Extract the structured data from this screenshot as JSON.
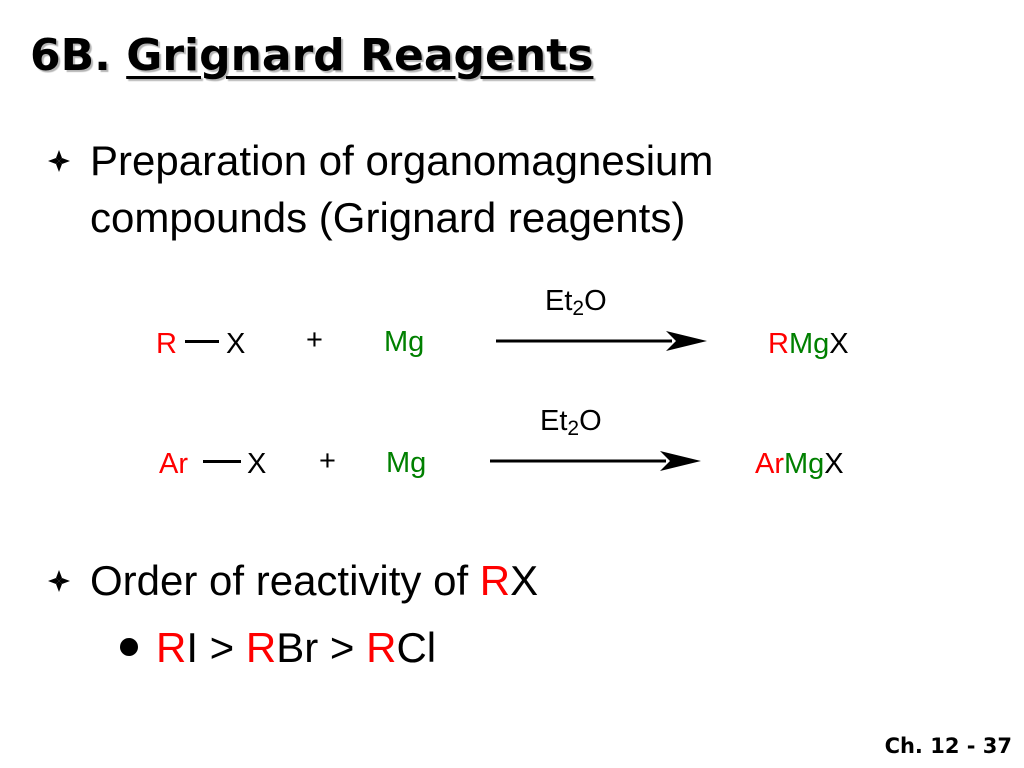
{
  "slide": {
    "title_prefix": "6B.",
    "title_main": "Grignard Reagents",
    "footer": "Ch. 12 - 37"
  },
  "bullets": [
    {
      "line1": "Preparation of organomagnesium",
      "line2": "compounds (Grignard reagents)"
    },
    {
      "text_before": "Order of reactivity of ",
      "r": "R",
      "x": "X"
    }
  ],
  "reactions": [
    {
      "reactant_group": "R",
      "halide": "X",
      "plus": "+",
      "metal": "Mg",
      "solvent_a": "Et",
      "solvent_sub": "2",
      "solvent_b": "O",
      "product_group": "R",
      "product_metal": "Mg",
      "product_halide": "X"
    },
    {
      "reactant_group": "Ar",
      "halide": "X",
      "plus": "+",
      "metal": "Mg",
      "solvent_a": "Et",
      "solvent_sub": "2",
      "solvent_b": "O",
      "product_group": "Ar",
      "product_metal": "Mg",
      "product_halide": "X"
    }
  ],
  "reactivity_order": {
    "r1": "R",
    "x1": "I",
    "gt1": " > ",
    "r2": "R",
    "x2": "Br",
    "gt2": " > ",
    "r3": "R",
    "x3": "Cl"
  },
  "colors": {
    "alkyl_group": "#ff0000",
    "magnesium": "#008000",
    "text": "#000000",
    "background": "#ffffff"
  },
  "icons": {
    "bullet": "four-petal-diamond-icon",
    "arrow": "reaction-arrow-icon"
  }
}
